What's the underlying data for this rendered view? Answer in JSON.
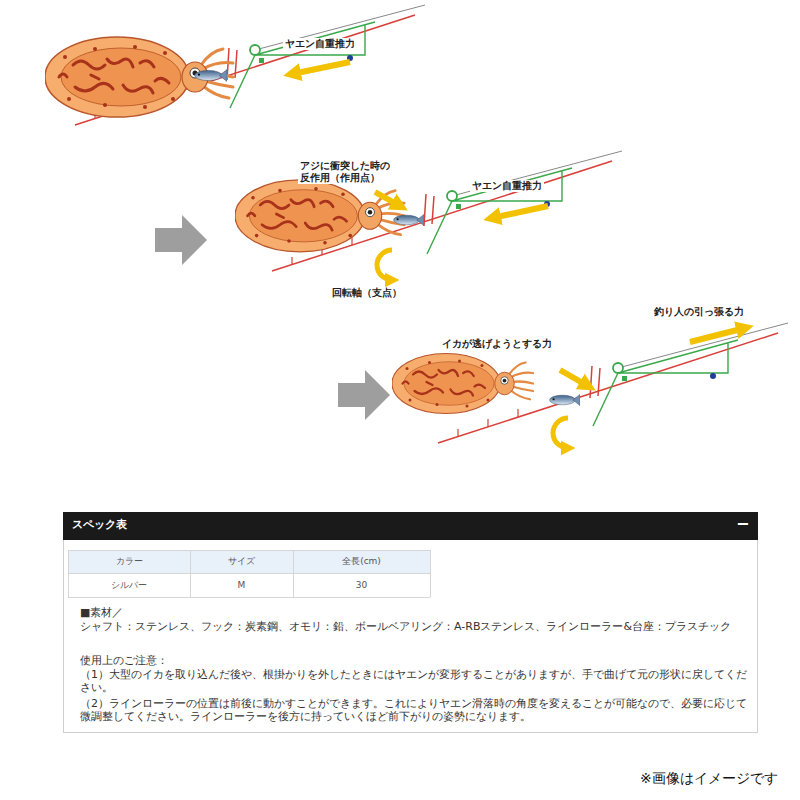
{
  "diagram": {
    "labels": [
      "ヤエン自重推力",
      "アジに衝突した時の 反作用（作用点）",
      "ヤエン自重推力",
      "回転軸（支点）",
      "イカが逃げようとする力",
      "釣り人の引っ張る力",
      "スペック表",
      "−",
      "カラー",
      "サイズ",
      "全長(cm)",
      "シルバー",
      "M",
      "30",
      "■素材／",
      "シャフト：ステンレス、フック：炭素鋼、オモリ：鉛、ボールベアリング：A-RBステンレス、ラインローラー&台座：プラスチック",
      "使用上のご注意：",
      "（1）大型のイカを取り込んだ後や、根掛かりを外したときにはヤエンが変形することがありますが、手で曲げて元の形状に戻してください。",
      "（2）ラインローラーの位置は前後に動かすことができます。これによりヤエン滑落時の角度を変えることが可能なので、必要に応じて微調整してください。ラインローラーを後方に持っていくほど前下がりの姿勢になります。",
      "※画像はイメージです"
    ]
  }
}
